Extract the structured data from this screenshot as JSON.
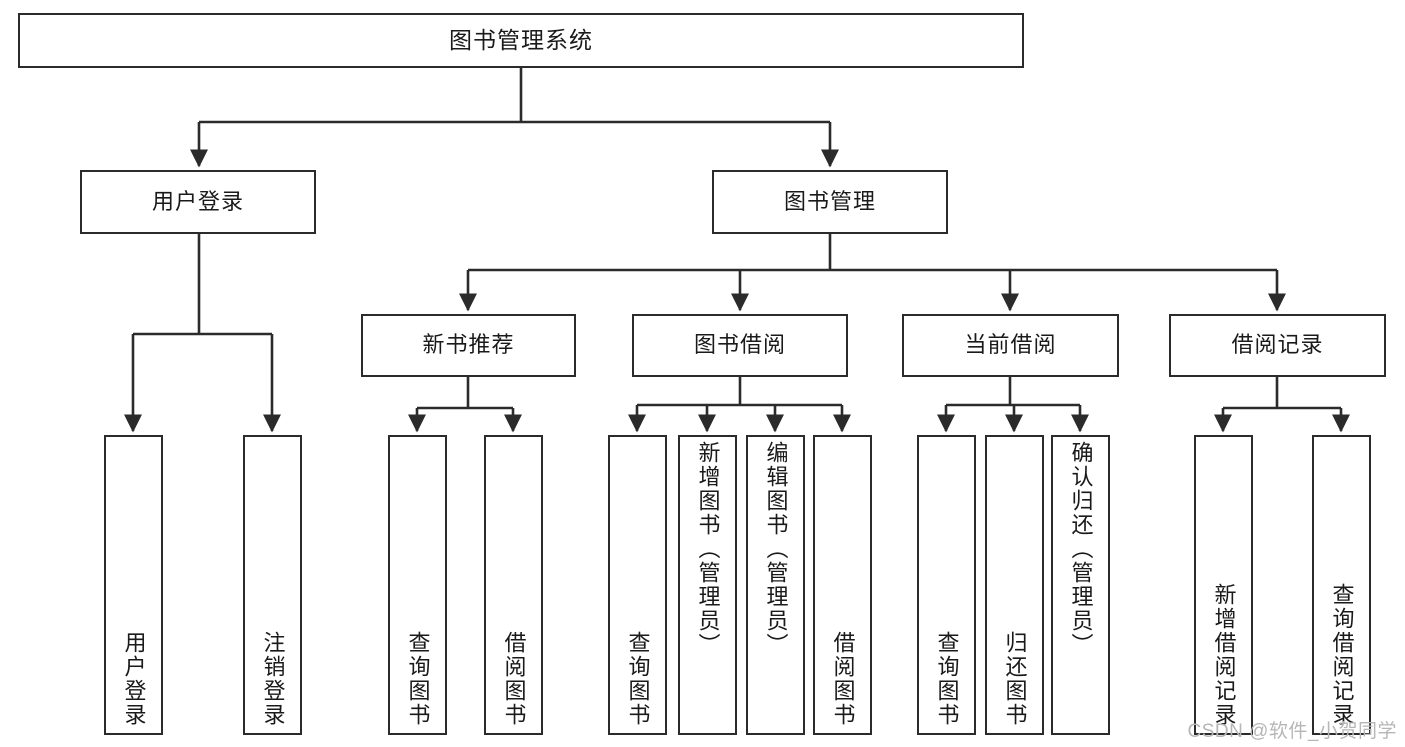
{
  "diagram": {
    "title": "图书管理系统",
    "type": "hierarchy-tree",
    "colors": {
      "stroke": "#2b2b2b",
      "fill": "#ffffff",
      "text": "#1a1a1a",
      "watermark": "#b6b6b6"
    },
    "nodes": {
      "root": {
        "label": "图书管理系统"
      },
      "level2": [
        {
          "label": "用户登录"
        },
        {
          "label": "图书管理"
        }
      ],
      "level3": [
        {
          "label": "新书推荐"
        },
        {
          "label": "图书借阅"
        },
        {
          "label": "当前借阅"
        },
        {
          "label": "借阅记录"
        }
      ],
      "leaves": [
        {
          "label": "用户登录"
        },
        {
          "label": "注销登录"
        },
        {
          "label": "查询图书"
        },
        {
          "label": "借阅图书"
        },
        {
          "label": "查询图书"
        },
        {
          "label": "新增图书（管理员）"
        },
        {
          "label": "编辑图书（管理员）"
        },
        {
          "label": "借阅图书"
        },
        {
          "label": "查询图书"
        },
        {
          "label": "归还图书"
        },
        {
          "label": "确认归还（管理员）"
        },
        {
          "label": "新增借阅记录"
        },
        {
          "label": "查询借阅记录"
        }
      ]
    }
  },
  "watermark": {
    "text": "CSDN @软件_小贺同学"
  }
}
